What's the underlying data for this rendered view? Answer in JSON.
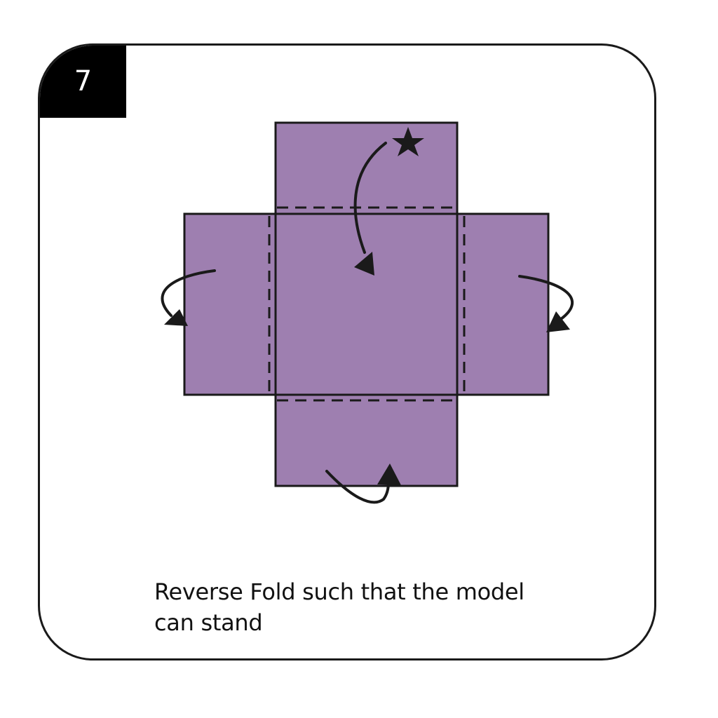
{
  "step": {
    "number": "7"
  },
  "caption": {
    "line1": "Reverse Fold such that the model",
    "line2": "can stand"
  },
  "colors": {
    "paper": "#9e7fb0",
    "outline": "#1a1a1a",
    "badge_bg": "#000000",
    "badge_text": "#ffffff"
  },
  "icons": [
    "star-icon",
    "curved-arrow-icon"
  ]
}
